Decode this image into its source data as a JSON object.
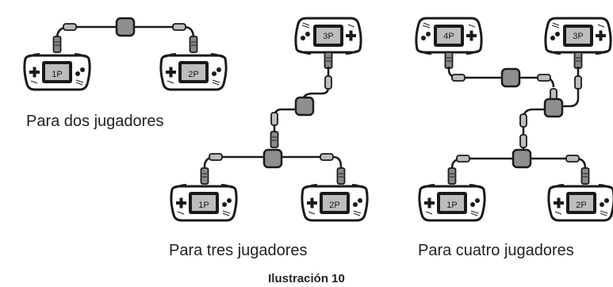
{
  "captions": {
    "two": "Para dos jugadores",
    "three": "Para tres jugadores",
    "four": "Para cuatro jugadores"
  },
  "figure_title": "Ilustración 10",
  "player_labels": {
    "p1": "1P",
    "p2": "2P",
    "p3": "3P",
    "p4": "4P"
  }
}
